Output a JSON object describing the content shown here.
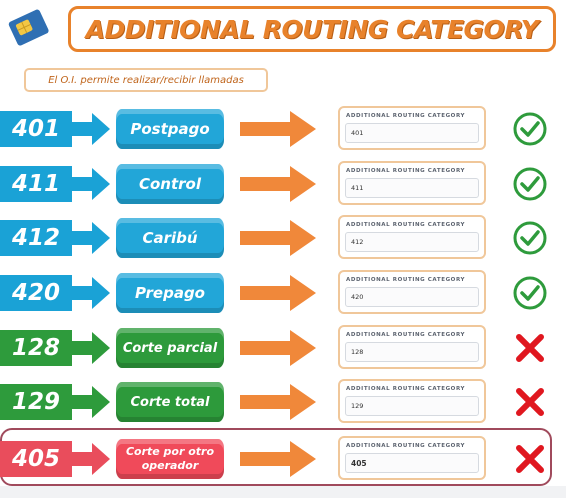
{
  "header": {
    "title": "ADDITIONAL ROUTING CATEGORY",
    "subtitle": "El O.I. permite realizar/recibir llamadas"
  },
  "colors": {
    "accent": "#e8822b",
    "blue": "#1aa2d6",
    "green": "#2e9b3c",
    "red": "#e94d5c",
    "check": "#2e9b3c",
    "cross": "#e0171f"
  },
  "field_label": "ADDITIONAL ROUTING CATEGORY",
  "rows": [
    {
      "code": "401",
      "category": "Postpago",
      "field_value": "401",
      "status": "check-icon",
      "color": "blue"
    },
    {
      "code": "411",
      "category": "Control",
      "field_value": "411",
      "status": "check-icon",
      "color": "blue"
    },
    {
      "code": "412",
      "category": "Caribú",
      "field_value": "412",
      "status": "check-icon",
      "color": "blue"
    },
    {
      "code": "420",
      "category": "Prepago",
      "field_value": "420",
      "status": "check-icon",
      "color": "blue"
    },
    {
      "code": "128",
      "category": "Corte parcial",
      "field_value": "128",
      "status": "cross-icon",
      "color": "green"
    },
    {
      "code": "129",
      "category": "Corte total",
      "field_value": "129",
      "status": "cross-icon",
      "color": "green"
    },
    {
      "code": "405",
      "category": "Corte por otro operador",
      "field_value": "405",
      "status": "cross-icon",
      "color": "red"
    }
  ]
}
